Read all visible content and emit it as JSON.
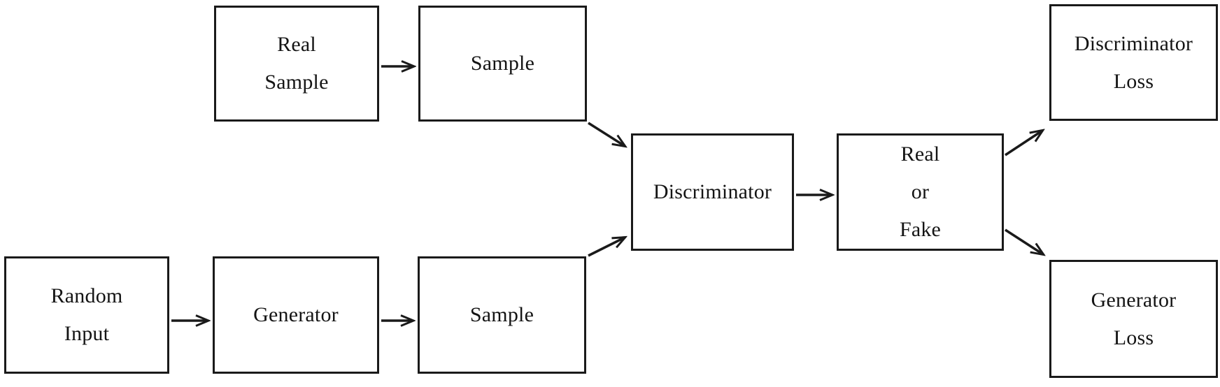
{
  "diagram": {
    "type": "flowchart",
    "background_color": "#ffffff",
    "line_color": "#1a1a1a",
    "text_color": "#141414",
    "nodes": [
      {
        "id": "real-sample",
        "label": "Real\nSample"
      },
      {
        "id": "sample-top",
        "label": "Sample"
      },
      {
        "id": "random-input",
        "label": "Random\nInput"
      },
      {
        "id": "generator",
        "label": "Generator"
      },
      {
        "id": "sample-bottom",
        "label": "Sample"
      },
      {
        "id": "discriminator",
        "label": "Discriminator"
      },
      {
        "id": "real-or-fake",
        "label": "Real\nor\nFake"
      },
      {
        "id": "discriminator-loss",
        "label": "Discriminator\nLoss"
      },
      {
        "id": "generator-loss",
        "label": "Generator\nLoss"
      }
    ],
    "edges": [
      {
        "from": "real-sample",
        "to": "sample-top"
      },
      {
        "from": "sample-top",
        "to": "discriminator"
      },
      {
        "from": "random-input",
        "to": "generator"
      },
      {
        "from": "generator",
        "to": "sample-bottom"
      },
      {
        "from": "sample-bottom",
        "to": "discriminator"
      },
      {
        "from": "discriminator",
        "to": "real-or-fake"
      },
      {
        "from": "real-or-fake",
        "to": "discriminator-loss"
      },
      {
        "from": "real-or-fake",
        "to": "generator-loss"
      }
    ]
  }
}
